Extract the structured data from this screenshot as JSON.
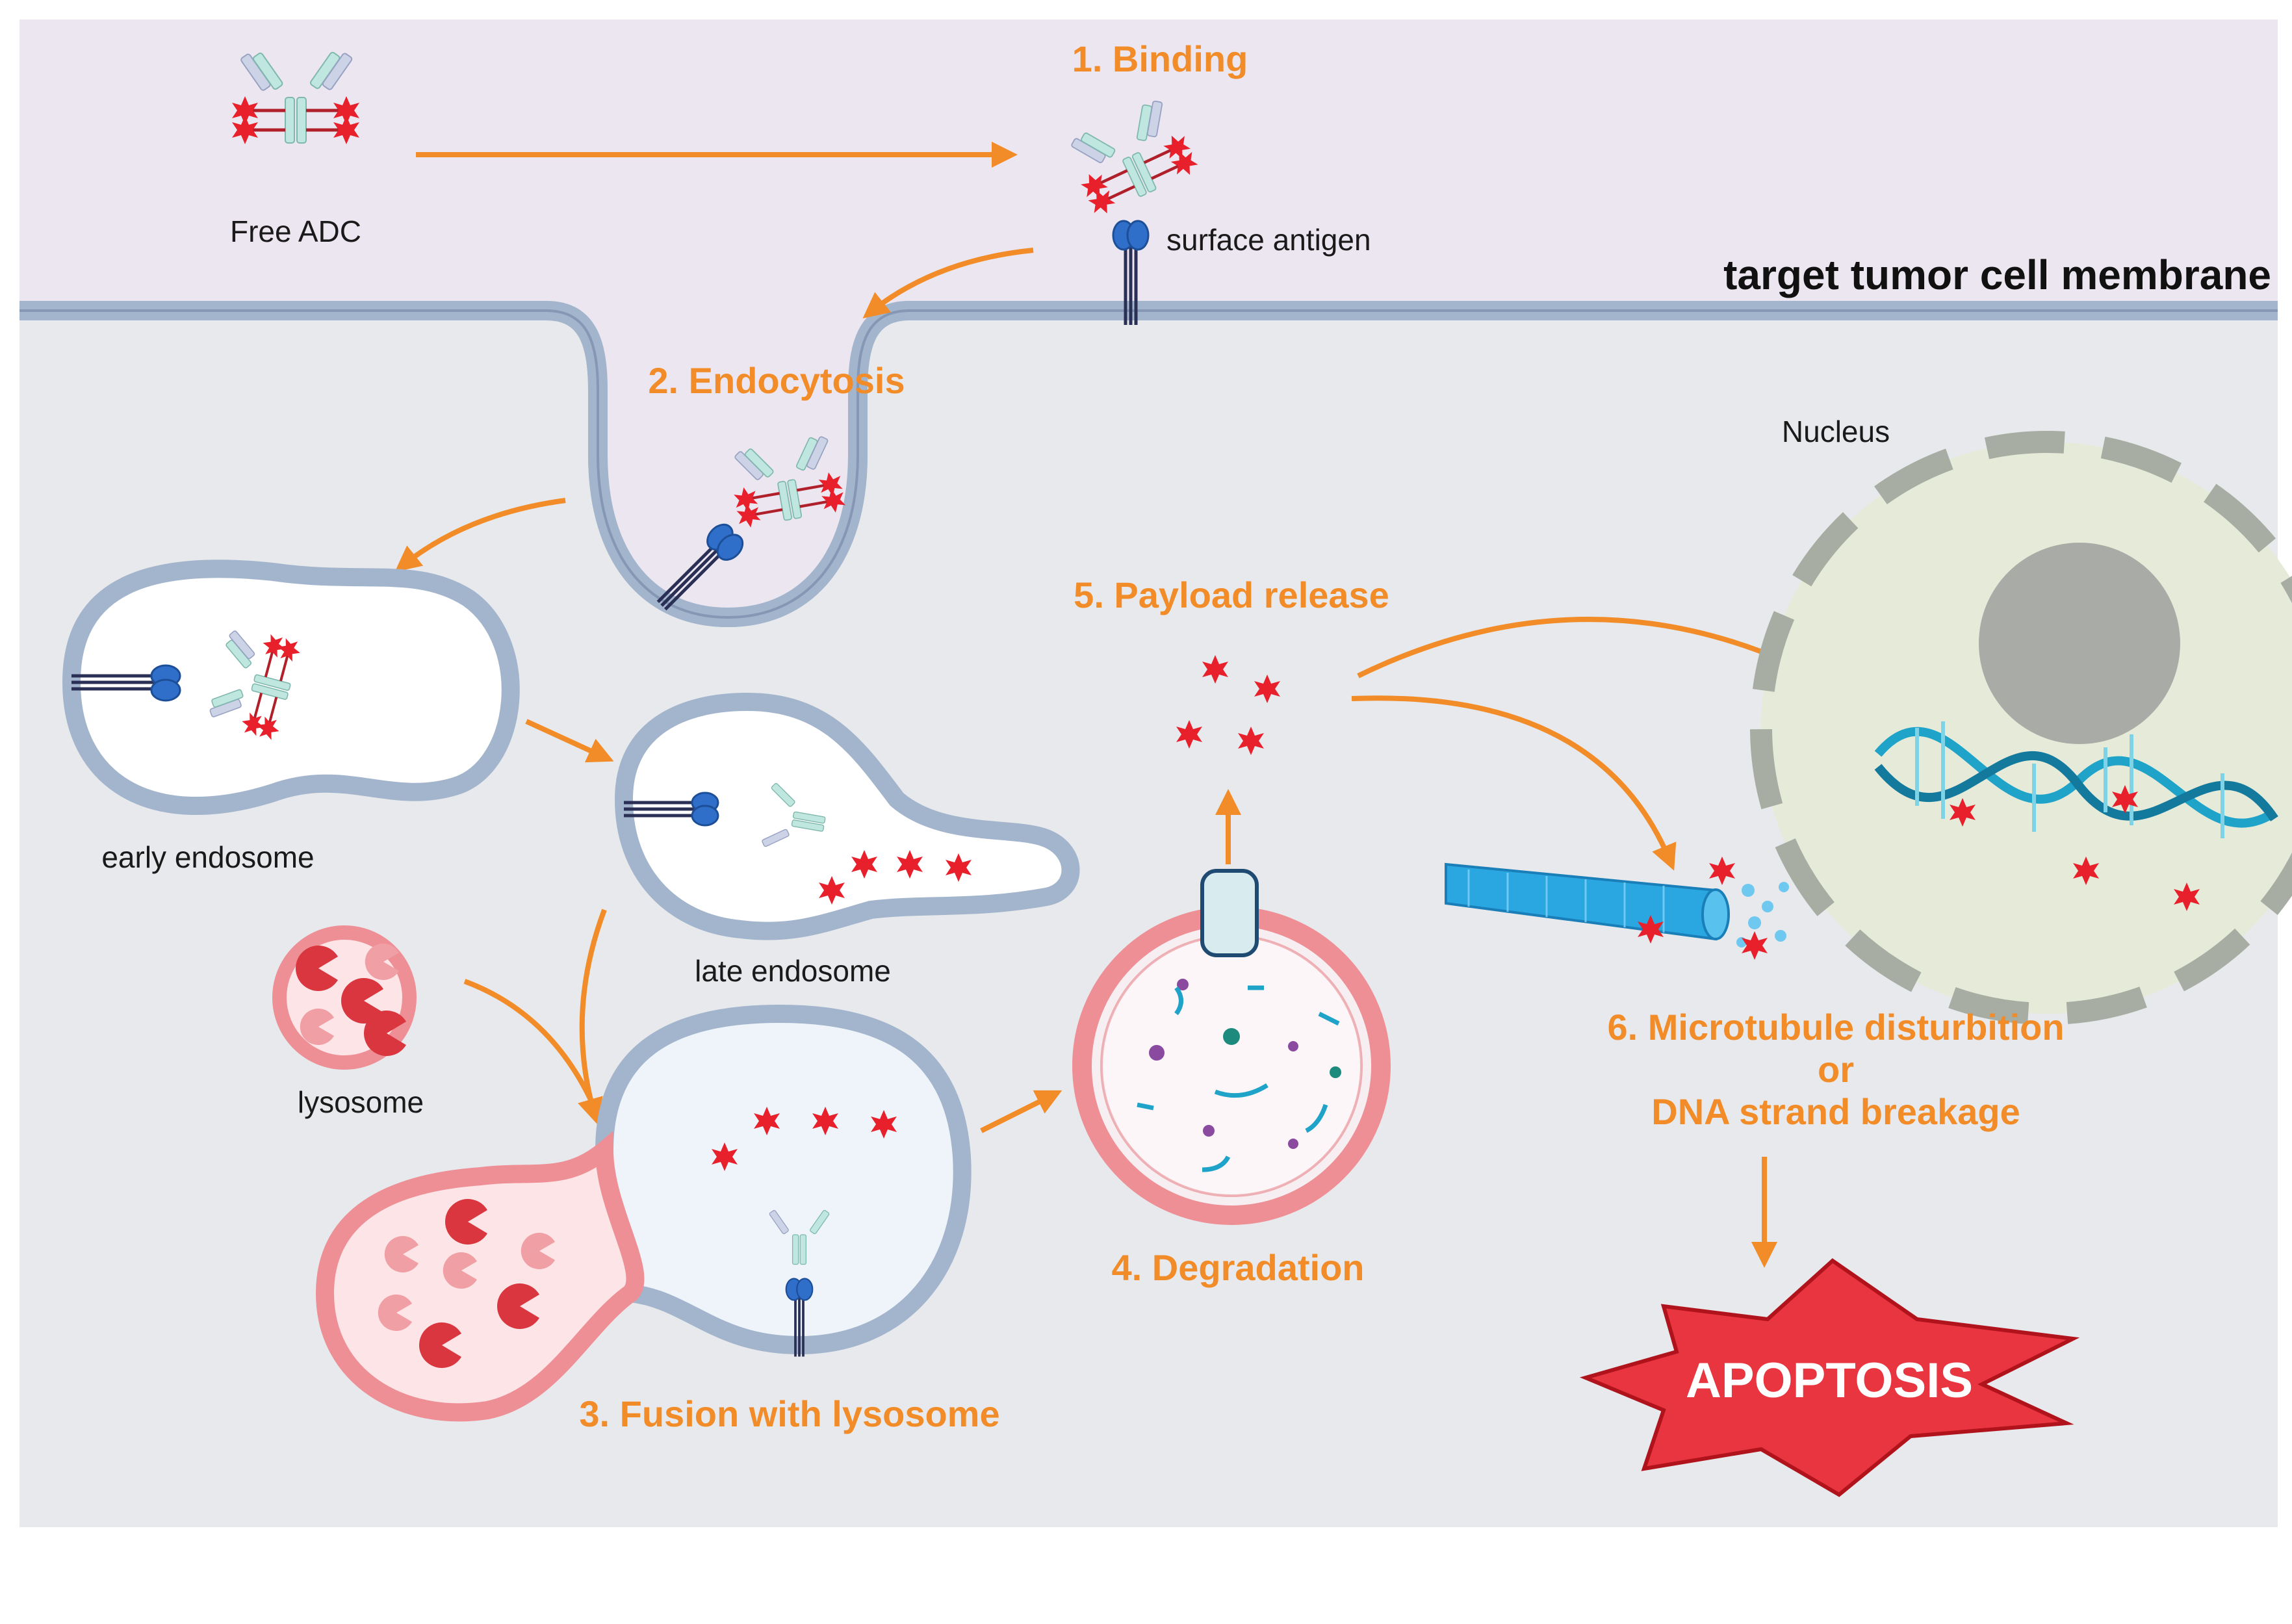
{
  "labels": {
    "free_adc": "Free ADC",
    "surface_antigen": "surface antigen",
    "membrane": "target tumor cell membrane",
    "nucleus": "Nucleus",
    "early_endosome": "early endosome",
    "late_endosome": "late endosome",
    "lysosome": "lysosome"
  },
  "steps": {
    "binding": "1.  Binding",
    "endocytosis": "2.  Endocytosis",
    "fusion": "3. Fusion with lysosome",
    "degradation": "4. Degradation",
    "payload": "5. Payload release",
    "micro_line1": "6. Microtubule disturbition",
    "micro_line2": "or",
    "micro_line3": "DNA strand breakage"
  },
  "outcome": "APOPTOSIS",
  "colors": {
    "extracellular": "#ece6f0",
    "cytoplasm": "#e7e9ec",
    "membrane": "#a3b5cc",
    "lysosome": "#ee8f96",
    "payload": "#e8202b",
    "arrow": "#f28c28",
    "nucleus": "#e6ebd9"
  }
}
